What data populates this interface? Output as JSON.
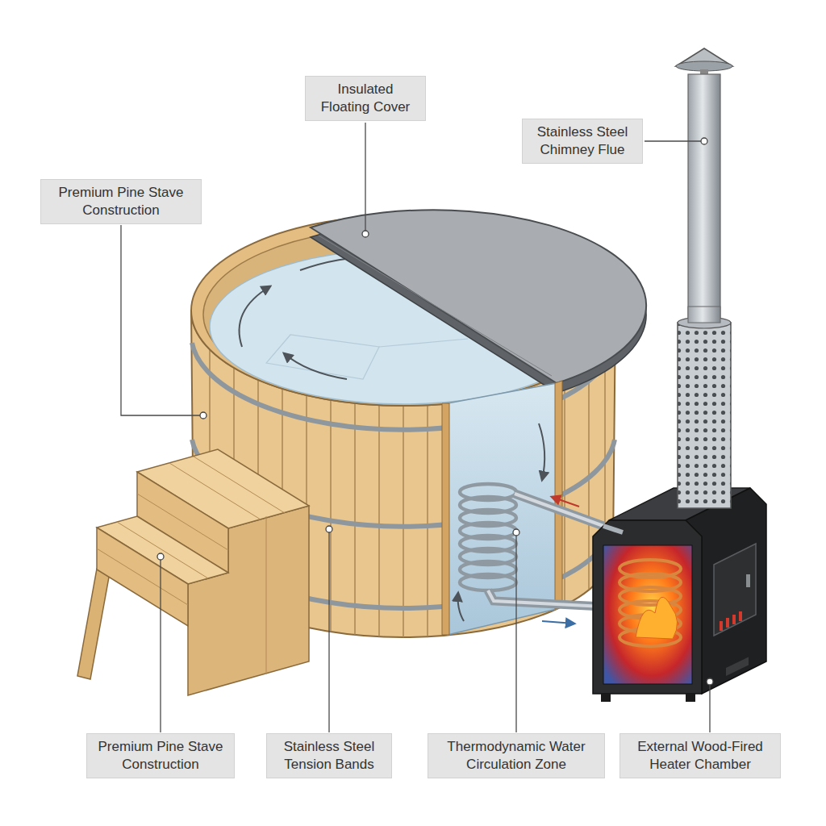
{
  "diagram": {
    "nodes": [
      {
        "text": [
          "Insulated Floating Cover"
        ]
      },
      {
        "text": [
          "Stainless Steel Chimney Flue"
        ]
      },
      {
        "text": [
          "Premium Pine Stave Construction"
        ]
      },
      {
        "text": [
          "Premium Pine Stave Construction"
        ]
      },
      {
        "text": [
          "Stainless Steel Tension Bands"
        ]
      },
      {
        "text": [
          "Thermodynamic Water Circulation Zone"
        ]
      },
      {
        "text": [
          "External Wood-Fired Heater Chamber"
        ]
      }
    ]
  }
}
